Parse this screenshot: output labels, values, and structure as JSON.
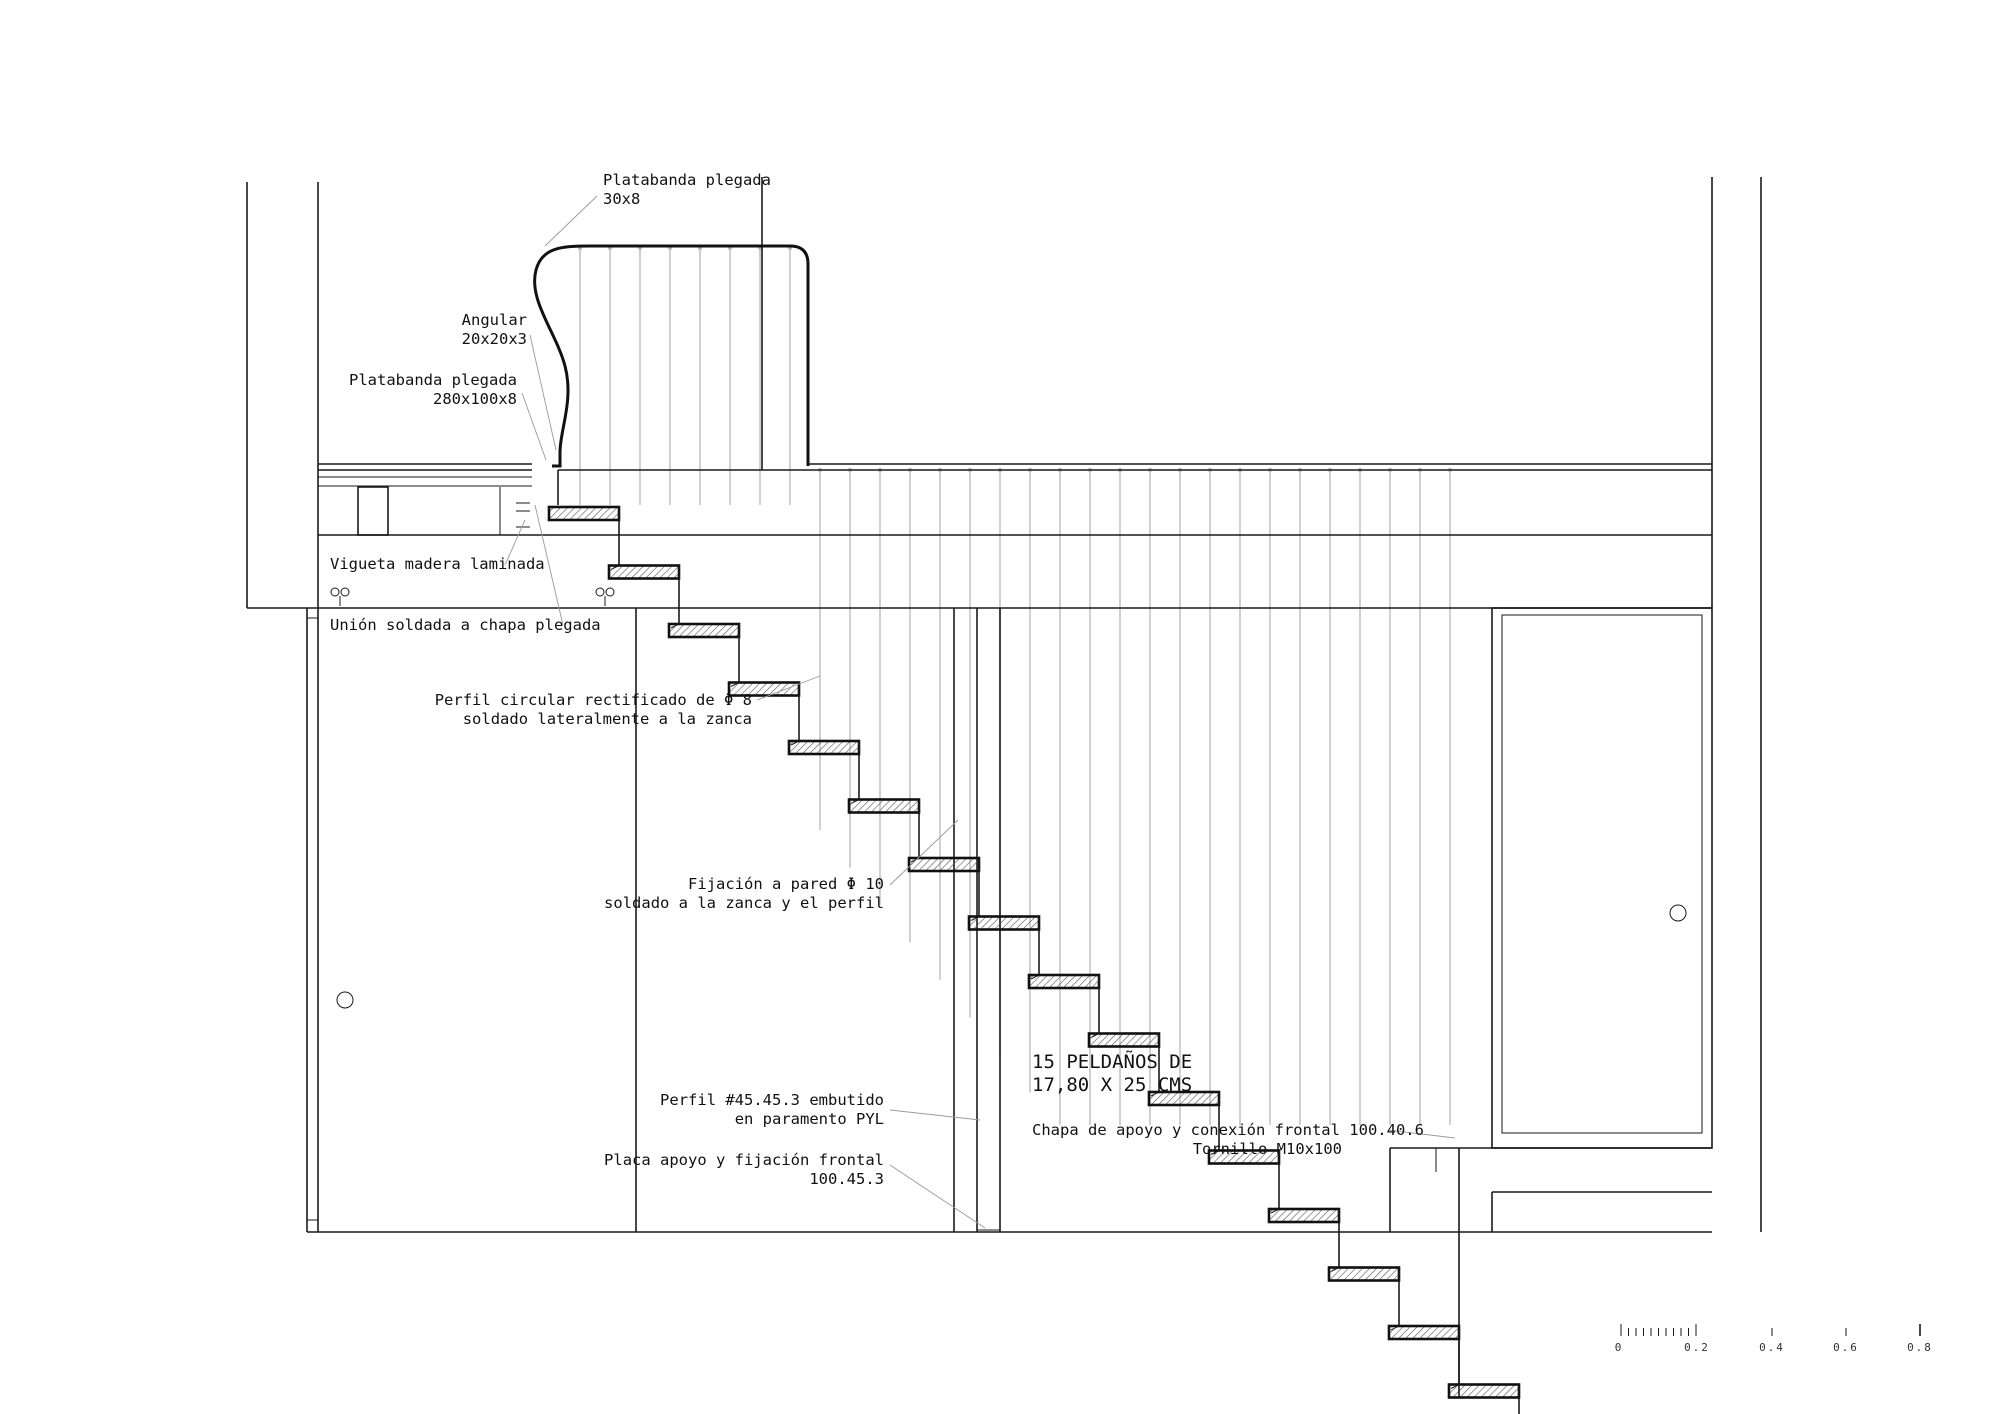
{
  "labels": {
    "platabanda_top_l1": "Platabanda plegada",
    "platabanda_top_l2": "30x8",
    "angular_l1": "Angular",
    "angular_l2": "20x20x3",
    "platabanda_mid_l1": "Platabanda plegada",
    "platabanda_mid_l2": "280x100x8",
    "vigueta": "Vigueta madera laminada",
    "union": "Unión soldada a chapa plegada",
    "perfil_circular_l1": "Perfil circular rectificado de Φ 8",
    "perfil_circular_l2": "soldado lateralmente a la zanca",
    "fijacion_l1": "Fijación a pared Φ 10",
    "fijacion_l2": "soldado a la zanca y el perfil",
    "perfil_embutido_l1": "Perfil #45.45.3 embutido",
    "perfil_embutido_l2": "en paramento PYL",
    "placa_l1": "Placa apoyo y fijación frontal",
    "placa_l2": "100.45.3",
    "peldanos_l1": "15 PELDAÑOS DE",
    "peldanos_l2": "17,80 X 25 CMS",
    "chapa_l1": "Chapa de apoyo y conexión frontal 100.40.6",
    "chapa_l2": "Tornillo M10x100"
  },
  "scale_bar": {
    "ticks": [
      "0",
      "0.2",
      "0.4",
      "0.6",
      "0.8"
    ]
  },
  "colors": {
    "line": "#1a1a1a",
    "baluster": "#c4c4c4",
    "leader": "#9a9a9a",
    "background": "#ffffff"
  }
}
